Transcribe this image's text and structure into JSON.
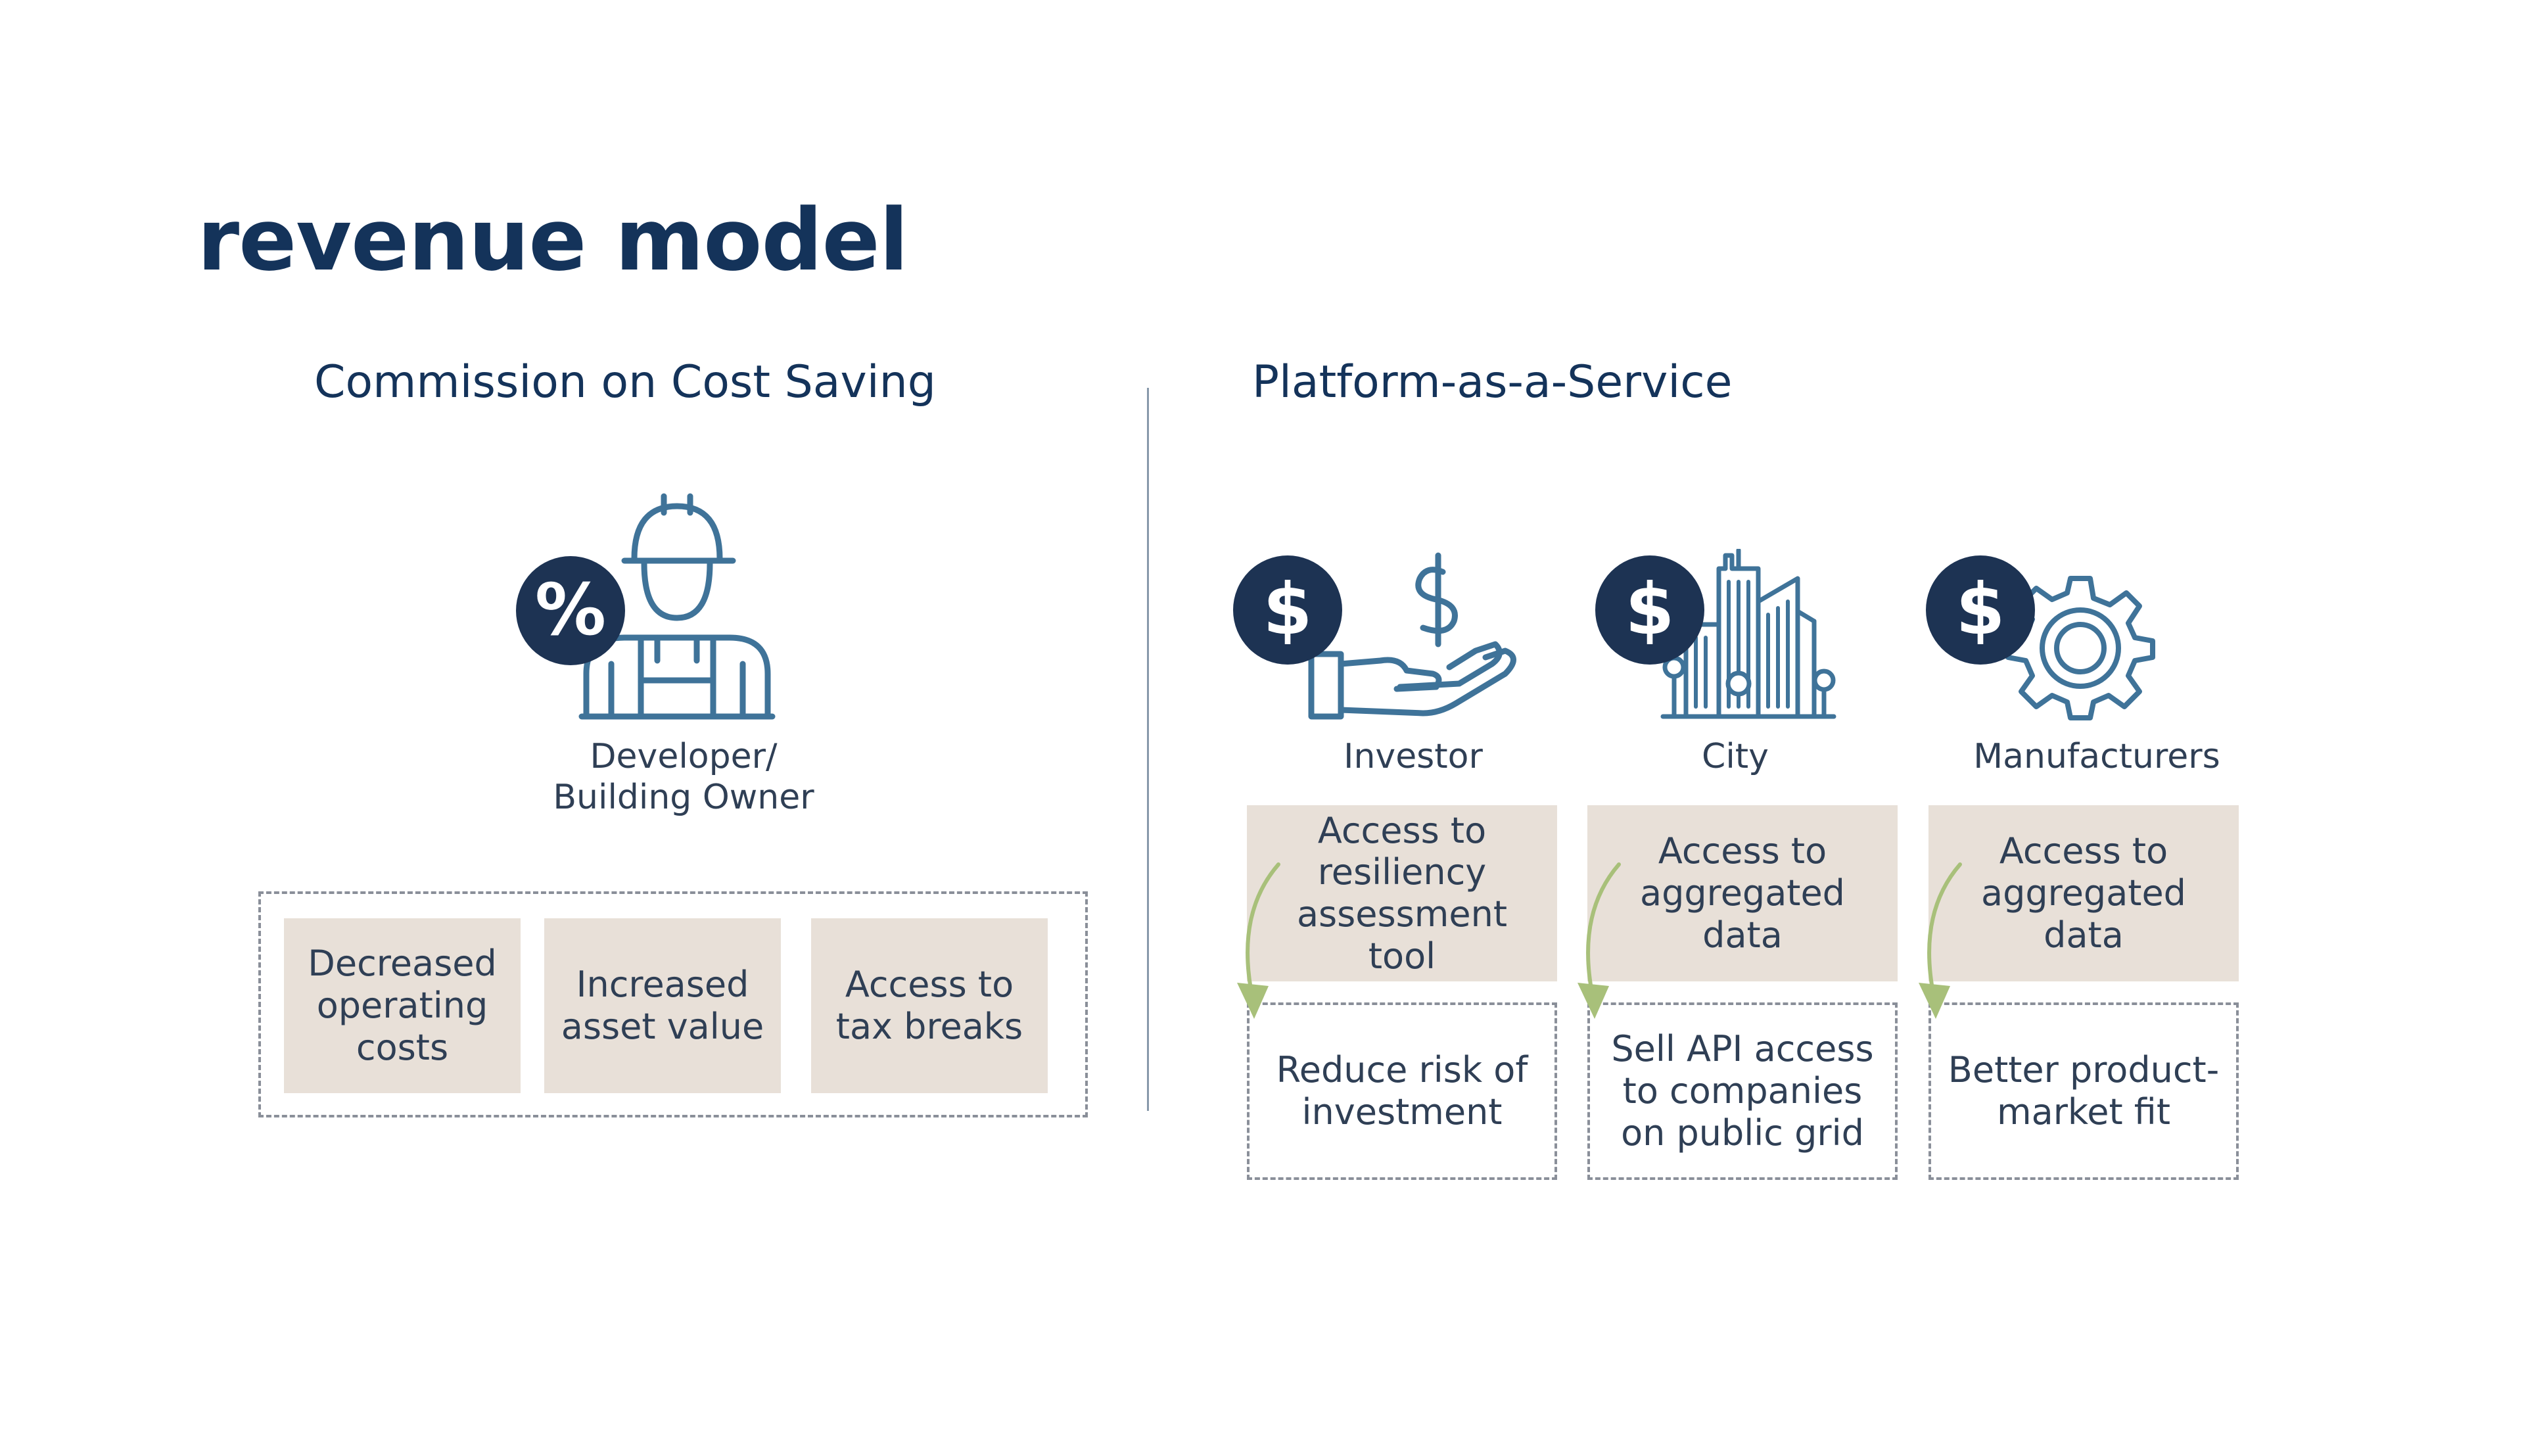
{
  "title": "revenue model",
  "left": {
    "heading": "Commission on Cost Saving",
    "persona": {
      "icon": "construction-worker-icon",
      "badge": "%",
      "label_line1": "Developer/",
      "label_line2": "Building Owner"
    },
    "benefits": [
      "Decreased operating costs",
      "Increased asset value",
      "Access to tax breaks"
    ]
  },
  "right": {
    "heading": "Platform-as-a-Service",
    "customers": [
      {
        "name": "Investor",
        "icon": "hand-holding-dollar-icon",
        "badge": "$",
        "offering": "Access to resiliency assessment tool",
        "outcome": "Reduce risk of investment"
      },
      {
        "name": "City",
        "icon": "city-buildings-icon",
        "badge": "$",
        "offering": "Access to aggregated data",
        "outcome": "Sell API access to companies on public grid"
      },
      {
        "name": "Manufacturers",
        "icon": "gear-icon",
        "badge": "$",
        "offering": "Access to aggregated data",
        "outcome": "Better product-market fit"
      }
    ]
  },
  "colors": {
    "navy": "#14335a",
    "badge": "#1d3353",
    "icon_stroke": "#3f7399",
    "beige": "#e8e0d8",
    "arrow": "#a8c07a"
  }
}
